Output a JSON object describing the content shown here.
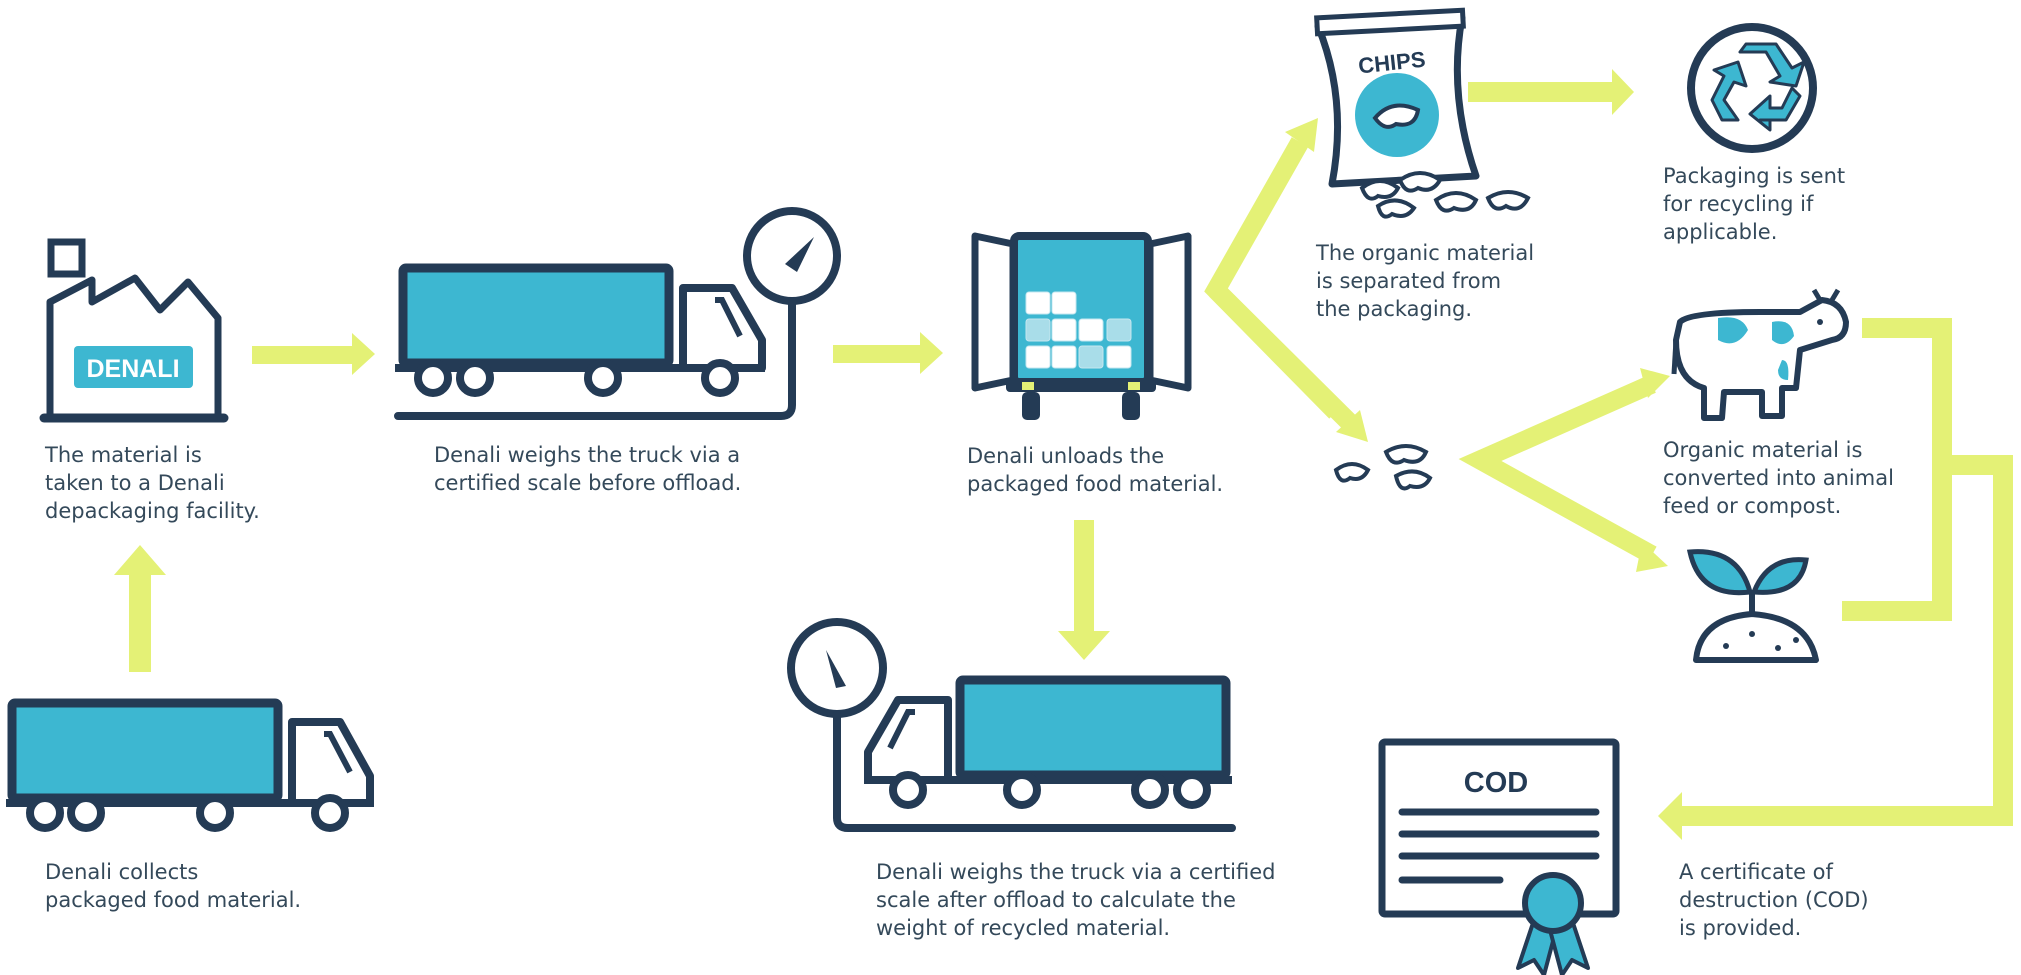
{
  "colors": {
    "navy": "#243b55",
    "teal": "#3db7d1",
    "teal_light": "#a9dde9",
    "lime": "#e4f176",
    "text": "#34495a"
  },
  "icons": [
    "factory-icon",
    "truck-icon",
    "scale-gauge-icon",
    "open-truck-icon",
    "chips-bag-icon",
    "recycle-icon",
    "chips-pieces-icon",
    "cow-icon",
    "plant-icon",
    "certificate-icon",
    "ribbon-icon"
  ],
  "labels": {
    "facility_logo": "DENALI",
    "chips_brand": "CHIPS",
    "certificate_title": "COD"
  },
  "steps": {
    "collect": "Denali collects\npackaged food material.",
    "facility": "The material is\ntaken to a Denali\ndepackaging facility.",
    "weigh_before": "Denali weighs the truck via a\ncertified scale before offload.",
    "unload": "Denali unloads the\npackaged food material.",
    "weigh_after": "Denali weighs the truck via a certified\nscale after offload to calculate the\nweight of recycled material.",
    "separate": "The organic material\nis separated from\nthe packaging.",
    "recycle": "Packaging is sent\nfor recycling if\napplicable.",
    "convert": "Organic material is\nconverted into animal\nfeed or compost.",
    "certificate": "A certificate of\ndestruction (COD)\nis provided."
  }
}
